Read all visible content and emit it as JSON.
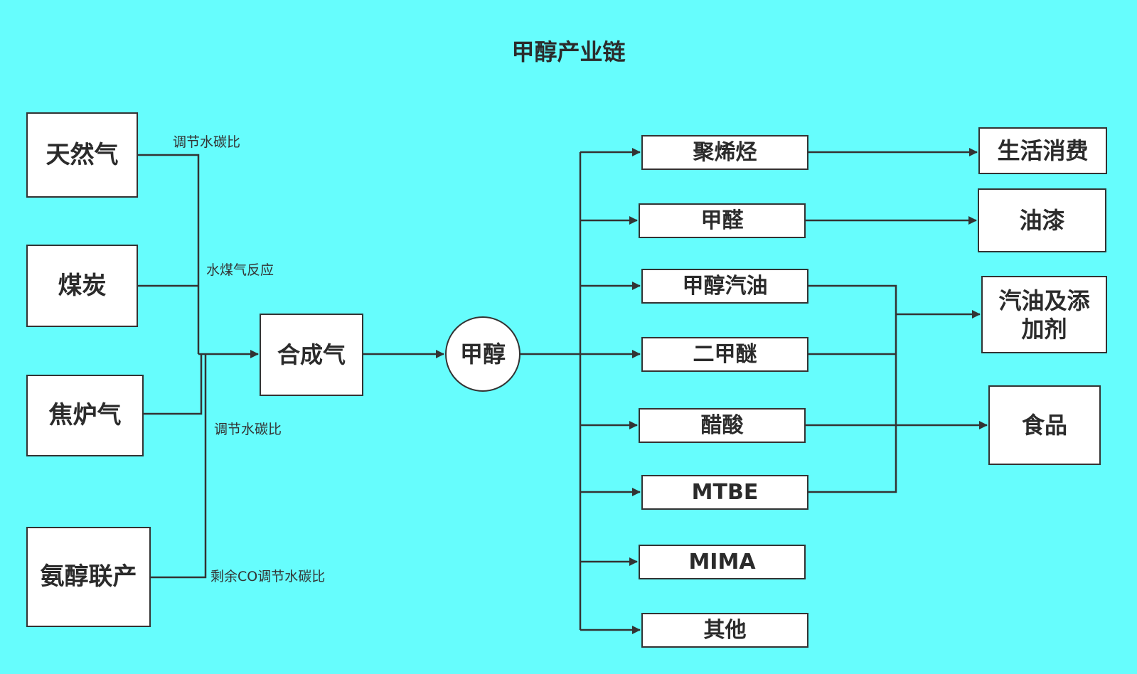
{
  "title": "甲醇产业链",
  "sources": {
    "natural_gas": "天然气",
    "coal": "煤炭",
    "coke_oven_gas": "焦炉气",
    "ammonia_methanol": "氨醇联产"
  },
  "annotations": {
    "natural_gas_note": "调节水碳比",
    "coal_note": "水煤气反应",
    "coke_note": "调节水碳比",
    "ammonia_note": "剩余CO调节水碳比"
  },
  "syngas": "合成气",
  "methanol": "甲醇",
  "products": {
    "polyolefin": "聚烯烃",
    "formaldehyde": "甲醛",
    "methanol_gasoline": "甲醇汽油",
    "dme": "二甲醚",
    "acetic_acid": "醋酸",
    "mtbe": "MTBE",
    "mima": "MIMA",
    "other": "其他"
  },
  "uses": {
    "consumer": "生活消费",
    "paint": "油漆",
    "gasoline_additive": "汽油及添加剂",
    "food": "食品"
  }
}
